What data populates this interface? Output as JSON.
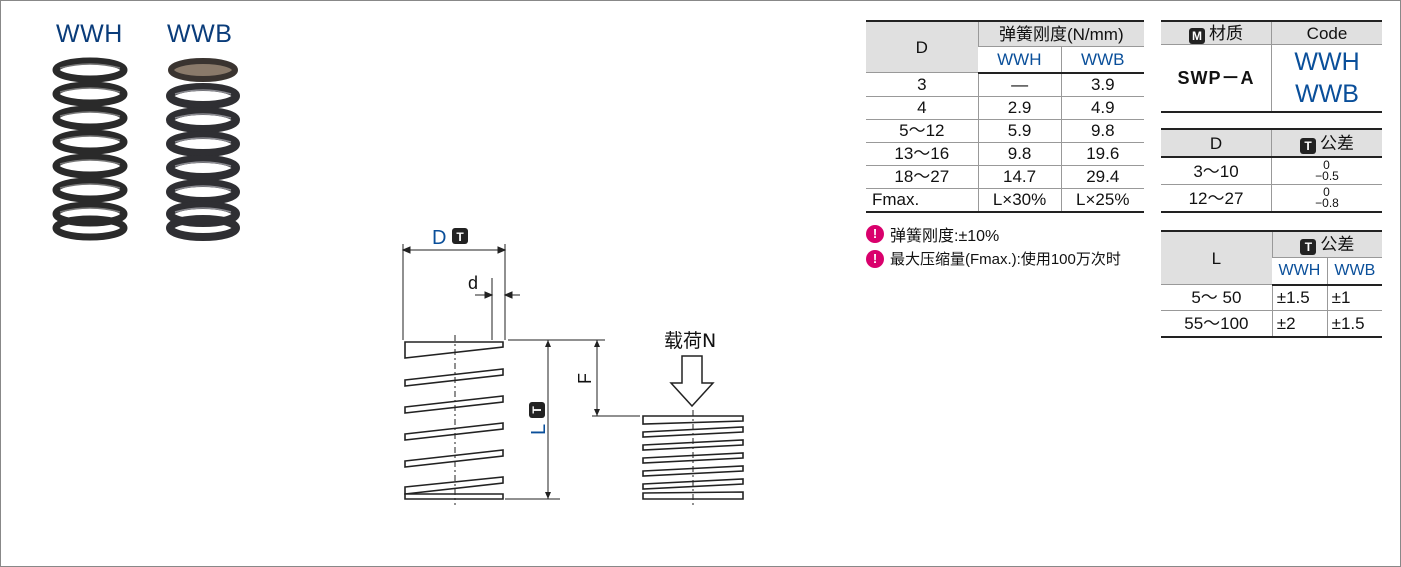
{
  "products": {
    "wwh_label": "WWH",
    "wwb_label": "WWB"
  },
  "diagram": {
    "d_outer_label": "D",
    "d_outer_badge": "T",
    "d_wire_label": "d",
    "free_length_label": "L",
    "free_length_badge": "T",
    "deflection_label": "F",
    "load_label": "载荷N"
  },
  "spring_table": {
    "col_d": "D",
    "col_rate": "弹簧刚度(N/mm)",
    "sub_wwh": "WWH",
    "sub_wwb": "WWB",
    "rows": [
      {
        "d": "3",
        "wwh": "—",
        "wwb": "3.9"
      },
      {
        "d": "4",
        "wwh": "2.9",
        "wwb": "4.9"
      },
      {
        "d": "5～12",
        "wwh": "5.9",
        "wwb": "9.8"
      },
      {
        "d": "13～16",
        "wwh": "9.8",
        "wwb": "19.6"
      },
      {
        "d": "18～27",
        "wwh": "14.7",
        "wwb": "29.4"
      },
      {
        "d": "Fmax.",
        "wwh": "L×30%",
        "wwb": "L×25%"
      }
    ]
  },
  "notes": [
    "弹簧刚度:±10%",
    "最大压缩量(Fmax.):使用100万次时"
  ],
  "code_table": {
    "material_badge": "M",
    "material_label": "材质",
    "code_label": "Code",
    "material_value": "SWP－A",
    "codes": [
      "WWH",
      "WWB"
    ]
  },
  "d_tol_table": {
    "col_d": "D",
    "tol_badge": "T",
    "col_tol": "公差",
    "rows": [
      {
        "d": "3～10",
        "upper": "0",
        "lower": "−0.5"
      },
      {
        "d": "12～27",
        "upper": "0",
        "lower": "−0.8"
      }
    ]
  },
  "l_tol_table": {
    "col_l": "L",
    "tol_badge": "T",
    "col_tol": "公差",
    "sub_wwh": "WWH",
    "sub_wwb": "WWB",
    "rows": [
      {
        "l": "5～ 50",
        "wwh": "±1.5",
        "wwb": "±1"
      },
      {
        "l": "55～100",
        "wwh": "±2",
        "wwb": "±1.5"
      }
    ]
  },
  "colors": {
    "brand_blue": "#0a4f9a",
    "label_blue": "#0a3c7a",
    "note_magenta": "#d9006c",
    "header_gray": "#e0e0e0"
  }
}
